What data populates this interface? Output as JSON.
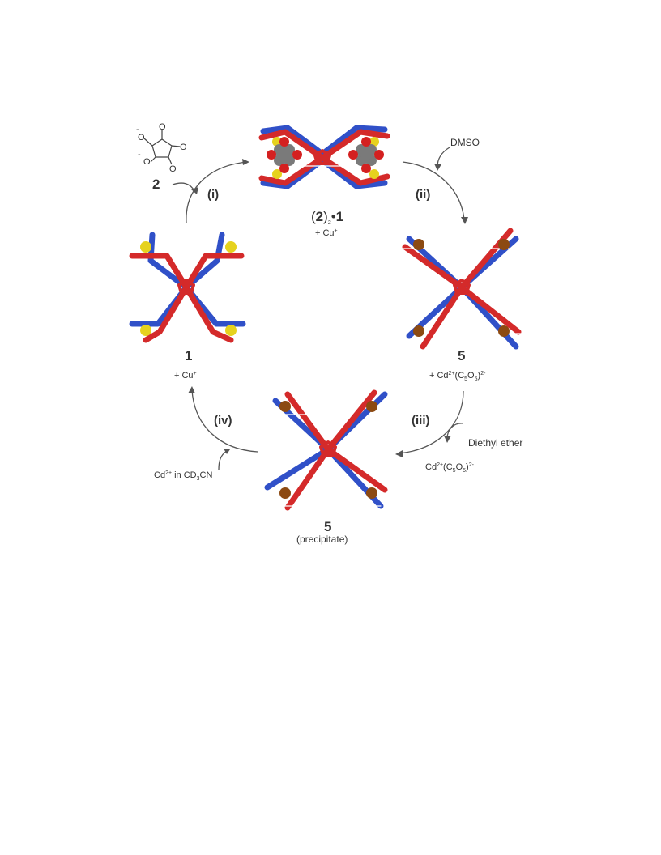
{
  "colors": {
    "strand_red": "#d42a2a",
    "strand_blue": "#3050c8",
    "sulfur_yellow": "#e6d21e",
    "cadmium_brown": "#8c4a12",
    "carbon_gray": "#7a7a7a",
    "oxygen_red": "#d42020",
    "arrow": "#555555"
  },
  "labels": {
    "compound_2": "2",
    "complex_label": {
      "open": "(",
      "num": "2",
      "close": ")",
      "sub": "2",
      "bullet": "•",
      "host": "1"
    },
    "plus_cu": {
      "prefix": "+ Cu",
      "sup": "+"
    },
    "compound_1": "1",
    "compound_5_right": "5",
    "plus_cd_c5o5": {
      "prefix": "+ Cd",
      "sup1": "2+",
      "mid": "(C",
      "s1": "5",
      "o": "O",
      "s2": "5",
      "close": ")",
      "sup2": "2-"
    },
    "compound_5_bottom": "5",
    "precipitate": "(precipitate)",
    "cd_in": {
      "prefix": "Cd",
      "sup": "2+",
      "mid": " in CD",
      "sub": "3",
      "suffix": "CN"
    },
    "cd_c5o5": {
      "prefix": "Cd",
      "sup1": "2+",
      "mid": "(C",
      "s1": "5",
      "o": "O",
      "s2": "5",
      "close": ")",
      "sup2": "2-"
    },
    "dmso": "DMSO",
    "diethyl_ether": "Diethyl ether"
  },
  "steps": [
    "(i)",
    "(ii)",
    "(iii)",
    "(iv)"
  ],
  "croconate": {
    "charges": [
      "-",
      "-"
    ],
    "oxygen": "O"
  }
}
